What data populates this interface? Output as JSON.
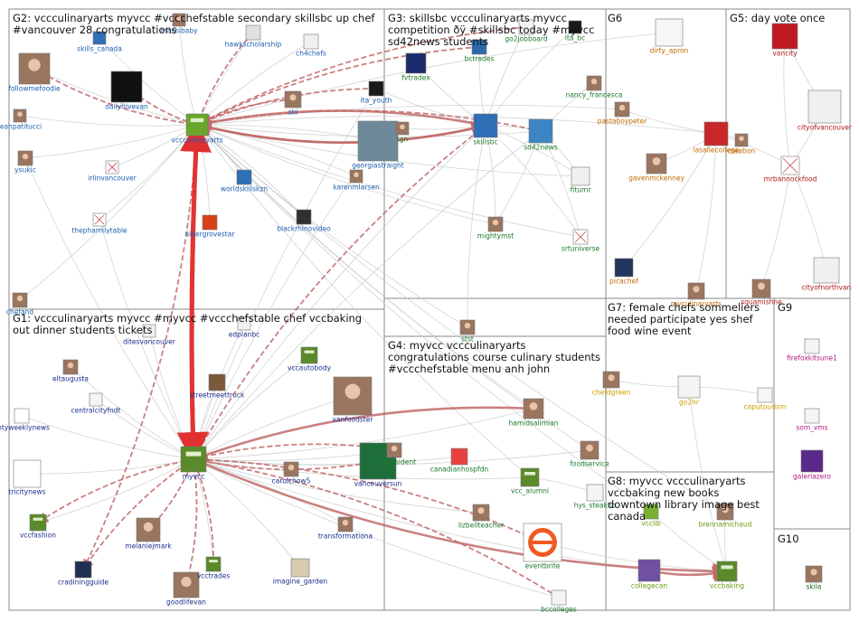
{
  "colors": {
    "label_g1": "#1a2f8c",
    "label_g2": "#1d5fb0",
    "label_g3": "#1a7a2a",
    "label_g5": "#b01818",
    "label_g6": "#c46a00",
    "label_g7": "#c9a000",
    "label_g8": "#6a9b10",
    "label_g9": "#b01880",
    "label_g10": "#1a6a1a",
    "edge_light": "#c4c4c4",
    "edge_red": "#c26a6a",
    "edge_strong": "#e03030"
  },
  "groups": [
    {
      "id": "G1",
      "text": "G1: vccculinaryarts myvcc #myvcc #vccchefstable chef vccbaking out dinner students tickets"
    },
    {
      "id": "G2",
      "text": "G2: vccculinaryarts myvcc #vccchefstable secondary skillsbc up chef #vancouver 28 congratulations"
    },
    {
      "id": "G3",
      "text": "G3: skillsbc vccculinaryarts myvcc competition ðÿ #skillsbc today #myvcc sd42news students"
    },
    {
      "id": "G4",
      "text": "G4: myvcc vccculinaryarts congratulations course culinary students #vccchefstable menu anh john"
    },
    {
      "id": "G5",
      "text": "G5: day vote once"
    },
    {
      "id": "G6",
      "text": "G6"
    },
    {
      "id": "G7",
      "text": "G7: female chefs sommeliers needed participate yes shef food wine event"
    },
    {
      "id": "G8",
      "text": "G8: myvcc vccculinaryarts vccbaking new books downtown library image best canada"
    },
    {
      "id": "G9",
      "text": "G9"
    },
    {
      "id": "G10",
      "text": "G10"
    }
  ],
  "nodes": [
    {
      "id": "vccculinaryarts",
      "label": "vccculinaryarts",
      "color": "#1d5fb0",
      "icon": "vcc-culinary-logo"
    },
    {
      "id": "followmefoodie",
      "label": "followmefoodie",
      "color": "#1d5fb0",
      "icon": "profile-photo"
    },
    {
      "id": "dailyhivevan",
      "label": "dailyhivevan",
      "color": "#1d5fb0",
      "icon": "daily-hive-logo"
    },
    {
      "id": "mashibaby",
      "label": "mashibaby",
      "color": "#1d5fb0",
      "icon": "profile-photo"
    },
    {
      "id": "hawkscholarship",
      "label": "hawkscholarship",
      "color": "#1d5fb0",
      "icon": "hawk-logo"
    },
    {
      "id": "ch4chefs",
      "label": "ch4chefs",
      "color": "#1d5fb0",
      "icon": "chefs-logo"
    },
    {
      "id": "skills_canada",
      "label": "skills_canada",
      "color": "#1d5fb0",
      "icon": "skills-logo"
    },
    {
      "id": "leahpatitucci",
      "label": "leahpatitucci",
      "color": "#1d5fb0",
      "icon": "profile-photo"
    },
    {
      "id": "ysukic",
      "label": "ysukic",
      "color": "#1d5fb0",
      "icon": "profile-photo"
    },
    {
      "id": "irlinvancouver",
      "label": "irlinvancouver",
      "color": "#1d5fb0",
      "icon": "broken-image"
    },
    {
      "id": "thephamilytable",
      "label": "thephamilytable",
      "color": "#1d5fb0",
      "icon": "broken-image"
    },
    {
      "id": "worldskillskzn",
      "label": "worldskillskzn",
      "color": "#1d5fb0",
      "icon": "skills-logo"
    },
    {
      "id": "aldergrovestar",
      "label": "aldergrovestar",
      "color": "#1d5fb0",
      "icon": "star-logo"
    },
    {
      "id": "blackrhinovideo",
      "label": "blackrhinovideo",
      "color": "#1d5fb0",
      "icon": "rhino-logo"
    },
    {
      "id": "ski",
      "label": "ski",
      "color": "#1d5fb0",
      "icon": "profile-photo"
    },
    {
      "id": "georgiastraight",
      "label": "georgiastraight",
      "color": "#1d5fb0",
      "icon": "straight-logo"
    },
    {
      "id": "karenmlarsen",
      "label": "karenmlarsen",
      "color": "#1d5fb0",
      "icon": "profile-photo"
    },
    {
      "id": "chefand",
      "label": "chefand",
      "color": "#1d5fb0",
      "icon": "profile-photo"
    },
    {
      "id": "ita_youth",
      "label": "ita_youth",
      "color": "#1d5fb0",
      "icon": "ita-logo"
    },
    {
      "id": "skillsbc",
      "label": "skillsbc",
      "color": "#1a7a2a",
      "icon": "skills-logo"
    },
    {
      "id": "sd42news",
      "label": "sd42news",
      "color": "#1a7a2a",
      "icon": "sd42-logo"
    },
    {
      "id": "bctrades",
      "label": "bctrades",
      "color": "#1a7a2a",
      "icon": "bctrades-logo"
    },
    {
      "id": "fvtradex",
      "label": "fvtradex",
      "color": "#1a7a2a",
      "icon": "tradex-logo"
    },
    {
      "id": "go2jobboard",
      "label": "go2jobboard",
      "color": "#1a7a2a",
      "icon": "go2-logo"
    },
    {
      "id": "ita_bc",
      "label": "ita_bc",
      "color": "#1a7a2a",
      "icon": "ita-logo"
    },
    {
      "id": "nancy_francesca",
      "label": "nancy_francesca",
      "color": "#1a7a2a",
      "icon": "profile-photo"
    },
    {
      "id": "fitumr",
      "label": "fitumr",
      "color": "#1a7a2a",
      "icon": "fitumr-logo"
    },
    {
      "id": "mightymst",
      "label": "mightymst",
      "color": "#1a7a2a",
      "icon": "profile-photo"
    },
    {
      "id": "srtuniverse",
      "label": "srtuniverse",
      "color": "#1a7a2a",
      "icon": "broken-image"
    },
    {
      "id": "tgn",
      "label": "tgn",
      "color": "#1a7a2a",
      "icon": "profile-photo"
    },
    {
      "id": "dirty_apron",
      "label": "dirty_apron",
      "color": "#c46a00",
      "icon": "apron-logo"
    },
    {
      "id": "pastaboypeter",
      "label": "pastaboypeter",
      "color": "#c46a00",
      "icon": "profile-photo"
    },
    {
      "id": "gavenmckenney",
      "label": "gavenmckenney",
      "color": "#c46a00",
      "icon": "profile-photo"
    },
    {
      "id": "lasallecollege",
      "label": "lasallecollege",
      "color": "#c46a00",
      "icon": "lasalle-logo"
    },
    {
      "id": "picachef",
      "label": "picachef",
      "color": "#c46a00",
      "icon": "picachef-logo"
    },
    {
      "id": "myculinaryarts",
      "label": "myculinaryarts",
      "color": "#c46a00",
      "icon": "profile-photo"
    },
    {
      "id": "creation",
      "label": "creation",
      "color": "#c46a00",
      "icon": "profile-photo"
    },
    {
      "id": "vancity",
      "label": "vancity",
      "color": "#b01818",
      "icon": "vancity-logo"
    },
    {
      "id": "cityofvancouver",
      "label": "cityofvancouver",
      "color": "#b01818",
      "icon": "city-logo"
    },
    {
      "id": "mrbannockfood",
      "label": "mrbannockfood",
      "color": "#b01818",
      "icon": "broken-image"
    },
    {
      "id": "cityofnorthvan",
      "label": "cityofnorthvan",
      "color": "#b01818",
      "icon": "city-logo"
    },
    {
      "id": "squamishne",
      "label": "squamishne",
      "color": "#b01818",
      "icon": "profile-photo"
    },
    {
      "id": "myvcc",
      "label": "myvcc",
      "color": "#1a2f8c",
      "icon": "vcc-logo"
    },
    {
      "id": "ditesvancouver",
      "label": "ditesvancouver",
      "color": "#1a2f8c",
      "icon": "blank"
    },
    {
      "id": "edplanbc",
      "label": "edplanbc",
      "color": "#1a2f8c",
      "icon": "blank"
    },
    {
      "id": "eltaugusta",
      "label": "eltaugusta",
      "color": "#1a2f8c",
      "icon": "profile-photo"
    },
    {
      "id": "centralcityfndt",
      "label": "centralcityfndt",
      "color": "#1a2f8c",
      "icon": "central-logo"
    },
    {
      "id": "cntyweeklynews",
      "label": "cntyweeklynews",
      "color": "#1a2f8c",
      "icon": "news-logo"
    },
    {
      "id": "tricitynews",
      "label": "tricitynews",
      "color": "#1a2f8c",
      "icon": "news-logo"
    },
    {
      "id": "vccfashion",
      "label": "vccfashion",
      "color": "#1a2f8c",
      "icon": "vcc-logo"
    },
    {
      "id": "cradiningguide",
      "label": "cradiningguide",
      "color": "#1a2f8c",
      "icon": "guide-logo"
    },
    {
      "id": "melaniejmark",
      "label": "melaniejmark",
      "color": "#1a2f8c",
      "icon": "profile-photo"
    },
    {
      "id": "goodlifevan",
      "label": "goodlifevan",
      "color": "#1a2f8c",
      "icon": "profile-photo"
    },
    {
      "id": "vcctrades",
      "label": "vcctrades",
      "color": "#1a2f8c",
      "icon": "vcc-logo"
    },
    {
      "id": "imagine_garden",
      "label": "imagine_garden",
      "color": "#1a2f8c",
      "icon": "garden-logo"
    },
    {
      "id": "transformationa",
      "label": "transformationa",
      "color": "#1a2f8c",
      "icon": "profile-photo"
    },
    {
      "id": "carolchow5",
      "label": "carolchow5",
      "color": "#1a2f8c",
      "icon": "profile-photo"
    },
    {
      "id": "vancouversun",
      "label": "vancouversun",
      "color": "#1a2f8c",
      "icon": "sun-logo"
    },
    {
      "id": "vanfoodster",
      "label": "vanfoodster",
      "color": "#1a2f8c",
      "icon": "profile-photo"
    },
    {
      "id": "streetmeettruck",
      "label": "streetmeettruck",
      "color": "#1a2f8c",
      "icon": "truck-logo"
    },
    {
      "id": "vccautobody",
      "label": "vccautobody",
      "color": "#1a2f8c",
      "icon": "vcc-logo"
    },
    {
      "id": "hamidsalimian",
      "label": "hamidsalimian",
      "color": "#1a7a2a",
      "icon": "profile-photo"
    },
    {
      "id": "foodservice",
      "label": "foodservice",
      "color": "#1a7a2a",
      "icon": "profile-photo"
    },
    {
      "id": "vccpresident",
      "label": "vccpresident",
      "color": "#1a7a2a",
      "icon": "profile-photo"
    },
    {
      "id": "canadianhospfdn",
      "label": "canadianhospfdn",
      "color": "#1a7a2a",
      "icon": "hosp-logo"
    },
    {
      "id": "vcc_alumni",
      "label": "vcc_alumni",
      "color": "#1a7a2a",
      "icon": "vcc-logo"
    },
    {
      "id": "lizbellteacher",
      "label": "lizbellteacher",
      "color": "#1a7a2a",
      "icon": "profile-photo"
    },
    {
      "id": "eventbrite",
      "label": "eventbrite",
      "color": "#1a7a2a",
      "icon": "eventbrite-logo"
    },
    {
      "id": "bccolleges",
      "label": "bccolleges",
      "color": "#1a7a2a",
      "icon": "bccolleges-logo"
    },
    {
      "id": "hys_steakhouse",
      "label": "hys_steakho",
      "color": "#1a7a2a",
      "icon": "hys-logo"
    },
    {
      "id": "stst",
      "label": "stst",
      "color": "#1a7a2a",
      "icon": "profile-photo"
    },
    {
      "id": "chefdgreen",
      "label": "chefdgreen",
      "color": "#c9a000",
      "icon": "profile-photo"
    },
    {
      "id": "go2hr",
      "label": "go2hr",
      "color": "#c9a000",
      "icon": "go2-logo"
    },
    {
      "id": "caputourism",
      "label": "caputourism",
      "color": "#c9a000",
      "icon": "tour-logo"
    },
    {
      "id": "vcclib",
      "label": "vcclib",
      "color": "#6a9b10",
      "icon": "lib-logo"
    },
    {
      "id": "brennamichaud",
      "label": "brennamichaud",
      "color": "#6a9b10",
      "icon": "profile-photo"
    },
    {
      "id": "collegecan",
      "label": "collegecan",
      "color": "#6a9b10",
      "icon": "college-logo"
    },
    {
      "id": "vccbaking",
      "label": "vccbaking",
      "color": "#6a9b10",
      "icon": "vcc-logo"
    },
    {
      "id": "firefoxkitsune1",
      "label": "firefoxkitsune1",
      "color": "#b01880",
      "icon": "fox-logo"
    },
    {
      "id": "som_vms",
      "label": "som_vms",
      "color": "#b01880",
      "icon": "som-logo"
    },
    {
      "id": "galeriazero",
      "label": "galeriazero",
      "color": "#b01880",
      "icon": "galeria-logo"
    },
    {
      "id": "skila",
      "label": "skila",
      "color": "#1a6a1a",
      "icon": "profile-photo"
    }
  ]
}
